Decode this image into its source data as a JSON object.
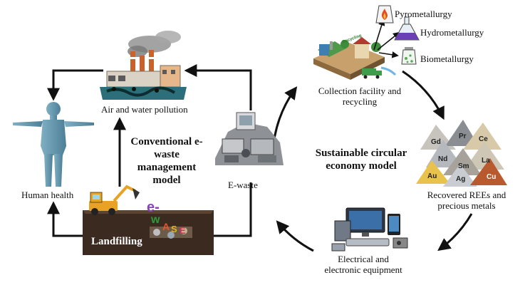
{
  "labels": {
    "air_water_pollution": "Air and water pollution",
    "human_health": "Human health",
    "landfilling": "Landfilling",
    "e_waste": "E-waste",
    "conventional_model": [
      "Conventional e-",
      "waste",
      "management",
      "model"
    ],
    "circular_model": [
      "Sustainable circular",
      "economy model"
    ],
    "collection": [
      "Collection facility and",
      "recycling"
    ],
    "recovered": [
      "Recovered REEs and",
      "precious metals"
    ],
    "equipment": [
      "Electrical and",
      "electronic equipment"
    ],
    "pyro": "Pyrometallurgy",
    "hydro": "Hydrometallurgy",
    "bio": "Biometallurgy",
    "recycling_sign": "Recycling",
    "ewaste_letters": [
      "e-",
      "w",
      "A",
      "S",
      "E"
    ]
  },
  "metals": [
    "Gd",
    "Pr",
    "Ce",
    "Nd",
    "La",
    "Sm",
    "Au",
    "Ag",
    "Cu"
  ],
  "colors": {
    "arrow": "#111111",
    "human": "#5b8fa8",
    "landfill_soil": "#3a2a20",
    "factory": "#c9622b",
    "water": "#2c6f7a",
    "truck": "#e8a325"
  }
}
